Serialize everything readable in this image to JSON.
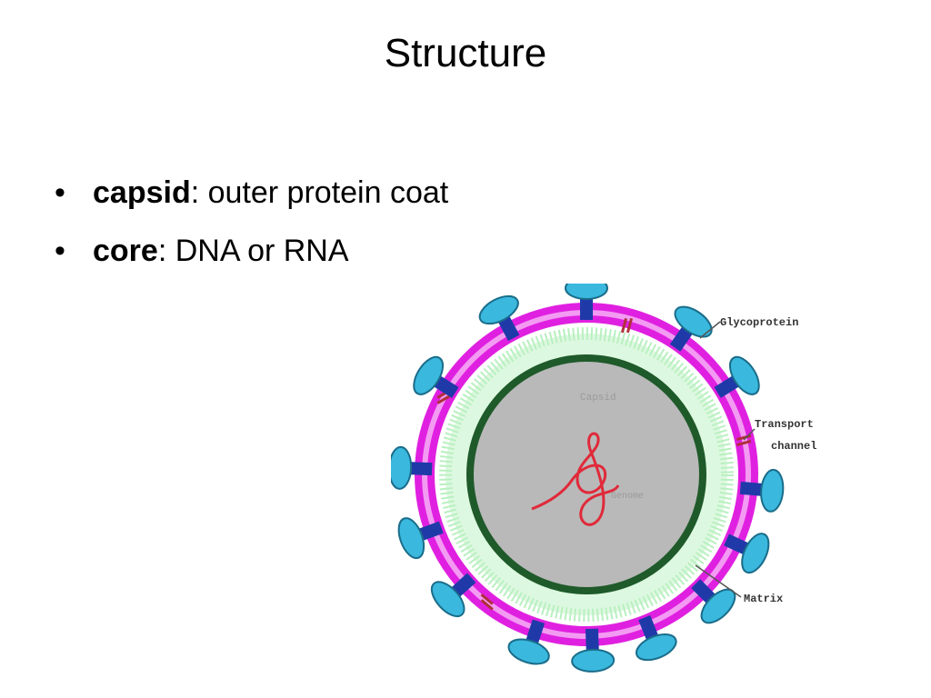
{
  "slide": {
    "title": "Structure",
    "bullets": [
      {
        "term": "capsid",
        "desc": ": outer protein coat"
      },
      {
        "term": "core",
        "desc": ": DNA or RNA"
      }
    ]
  },
  "diagram": {
    "labels": {
      "glycoprotein": "Glycoprotein",
      "transport_line1": "Transport",
      "transport_line2": "channel",
      "matrix": "Matrix",
      "capsid": "Capsid",
      "genome": "Genome"
    },
    "colors": {
      "envelope": "#e020e0",
      "envelope_light": "#f39af3",
      "spike": "#3ab8de",
      "spike_stem": "#1f3aa8",
      "matrix": "#b9f0c0",
      "capsid_ring": "#1f5a2a",
      "core": "#b9b9b9",
      "genome": "#e02a3a",
      "channel": "#b0303a"
    }
  }
}
